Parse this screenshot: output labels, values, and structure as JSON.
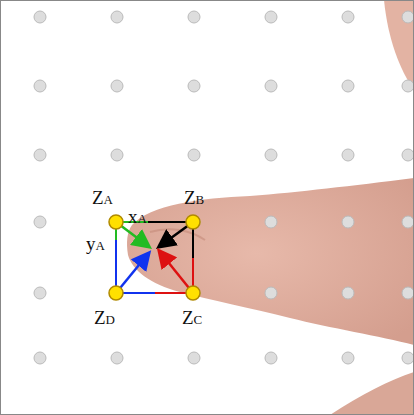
{
  "diagram": {
    "labels": [
      "ZA",
      "xA",
      "ZB",
      "yA",
      "ZD",
      "ZC"
    ]
  }
}
